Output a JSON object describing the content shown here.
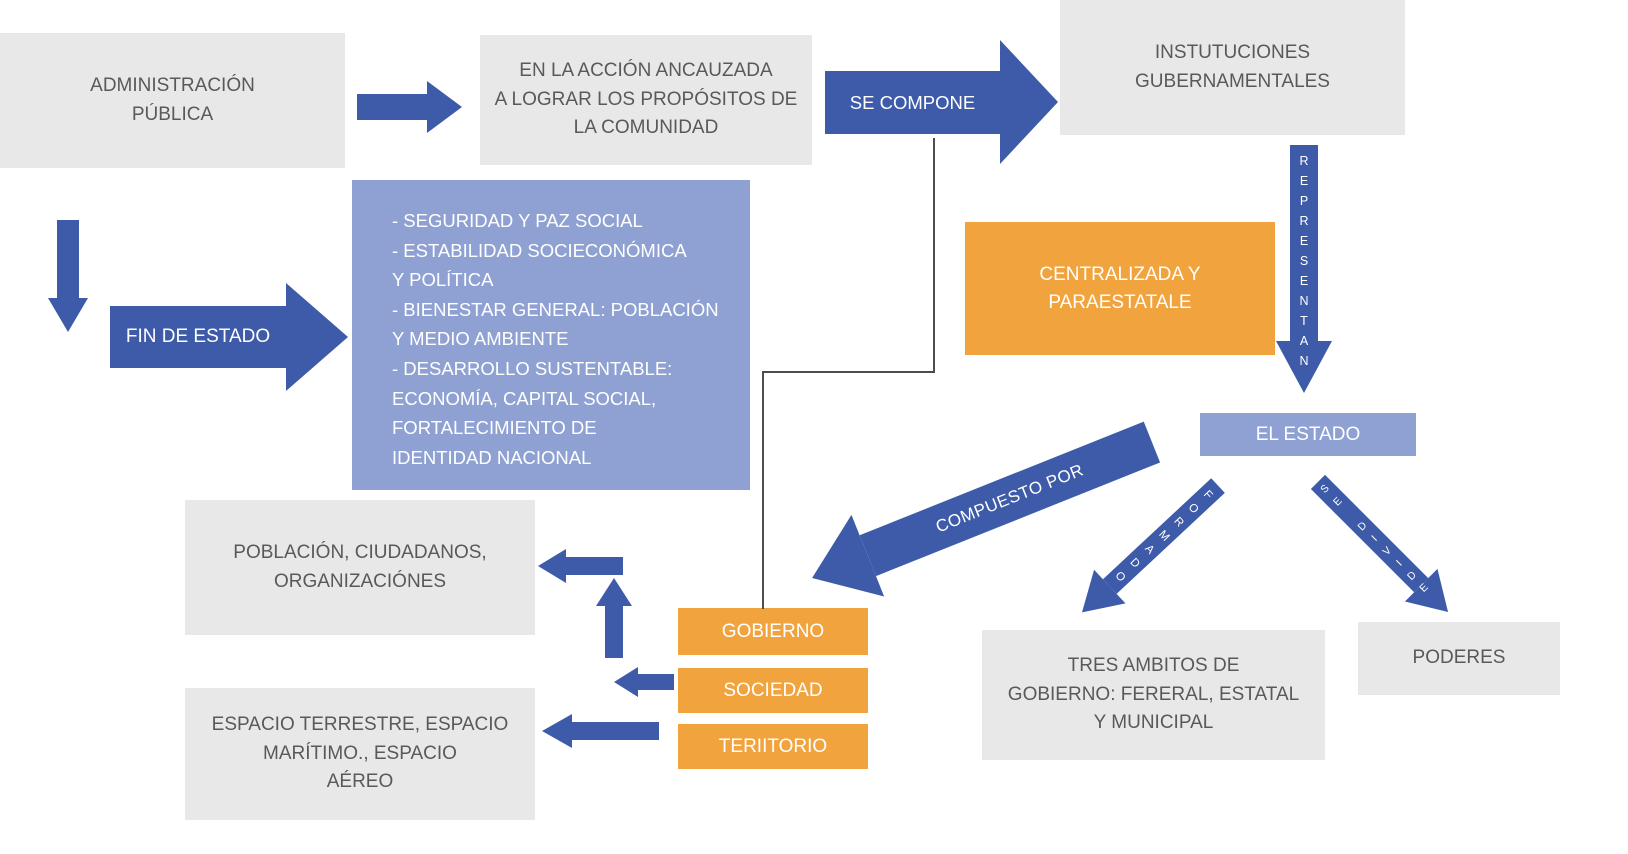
{
  "colors": {
    "arrow_blue": "#3e5ba9",
    "periwinkle": "#8ea1d2",
    "orange": "#f1a33e",
    "box_gray": "#e8e8e8",
    "text_gray": "#595959"
  },
  "boxes": {
    "administracion": "ADMINISTRACIÓN\nPÚBLICA",
    "accion": "EN LA ACCIÓN ANCAUZADA\nA LOGRAR LOS PROPÓSITOS DE\nLA COMUNIDAD",
    "instituciones": "INSTUTUCIONES\nGUBERNAMENTALES",
    "centralizada": "CENTRALIZADA Y\nPARAESTATALE",
    "el_estado": "EL ESTADO",
    "fines": "- SEGURIDAD Y PAZ SOCIAL\n- ESTABILIDAD SOCIECONÓMICA\nY POLÍTICA\n- BIENESTAR GENERAL: POBLACIÓN\nY MEDIO AMBIENTE\n- DESARROLLO SUSTENTABLE:\nECONOMÍA, CAPITAL SOCIAL,\nFORTALECIMIENTO DE\nIDENTIDAD NACIONAL",
    "poblacion": "POBLACIÓN, CIUDADANOS,\nORGANIZACIÓNES",
    "espacio": "ESPACIO TERRESTRE, ESPACIO\nMARÍTIMO., ESPACIO\nAÉREO",
    "gobierno": "GOBIERNO",
    "sociedad": "SOCIEDAD",
    "territorio": "TERIITORIO",
    "tres_ambitos": "TRES AMBITOS DE\nGOBIERNO: FERERAL, ESTATAL\nY MUNICIPAL",
    "poderes": "PODERES"
  },
  "arrows": {
    "se_compone": "SE COMPONE",
    "fin_de_estado": "FIN DE ESTADO",
    "representan": "REPRESENTAN",
    "compuesto_por": "COMPUESTO POR",
    "formado": "FORMADO",
    "se_divide": "SE DIVIDE"
  }
}
